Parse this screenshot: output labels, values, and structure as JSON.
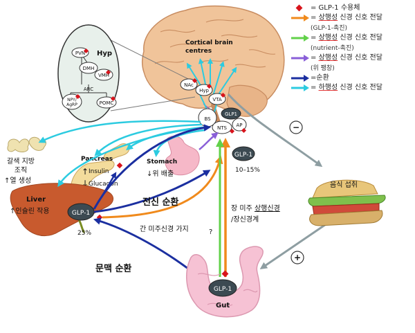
{
  "legend": {
    "receptor": "= GLP-1 수용체",
    "afferent_glp1_a": "= ",
    "afferent_glp1_b": "상행성",
    "afferent_glp1_c": " 신경 신호 전달",
    "afferent_glp1_sub": "(GLP-1-촉진)",
    "afferent_nutrient_a": "= ",
    "afferent_nutrient_b": "상행성",
    "afferent_nutrient_c": " 신경 신호 전달",
    "afferent_nutrient_sub": "(nutrient-촉진)",
    "afferent_gastric_a": "= ",
    "afferent_gastric_b": "상행성",
    "afferent_gastric_c": " 신경 신호 전달",
    "afferent_gastric_sub": "(위 팽창)",
    "circulation": "=순환",
    "efferent_a": "= ",
    "efferent_b": "하행성",
    "efferent_c": " 신경 신호 전달",
    "colors": {
      "receptor": "#d8141c",
      "afferent_glp1": "#f08a1c",
      "afferent_nutrient": "#62d14a",
      "afferent_gastric": "#8a5fd8",
      "circulation": "#1b2fa0",
      "efferent": "#2ccbe0"
    }
  },
  "brain": {
    "cortical_line1": "Cortical brain",
    "cortical_line2": "centres",
    "nac": "NAc",
    "hyp": "Hyp",
    "vta": "VTA",
    "bs": "BS",
    "glp1": "GLP1",
    "nts": "NTS",
    "ap": "AP"
  },
  "hypothalamus": {
    "title": "Hyp",
    "pvn": "PVN",
    "dmh": "DMH",
    "vmh": "VMH",
    "arc": "ARC",
    "npy_line1": "NPY/",
    "npy_line2": "AgRP",
    "pomc": "POMC"
  },
  "brown_fat": {
    "line1": "갈색 지방",
    "line2": "조직",
    "effect": "↑열 생성"
  },
  "pancreas": {
    "label": "Pancreas",
    "insulin": "Insulin",
    "glucagon": "Glucagon",
    "up": "↑",
    "down": "↓"
  },
  "stomach": {
    "label": "Stomach",
    "effect": "↓위 배출"
  },
  "liver": {
    "label": "Liver",
    "effect": "↑인슐린 작용",
    "glp1": "GLP-1",
    "percent": "25%"
  },
  "circulating_glp1": {
    "label": "GLP-1",
    "percent": "10–15%"
  },
  "labels": {
    "systemic": "전신 순환",
    "hepatic_vagal": "간 미주신경 가지",
    "gut_vagal_a": "장 미주 ",
    "gut_vagal_b": "상행신경",
    "gut_vagal_c": "/장신경계",
    "portal": "문맥 순환",
    "question": "?"
  },
  "food": {
    "label": "음식  섭취",
    "minus": "−",
    "plus": "+"
  },
  "gut": {
    "glp1": "GLP-1",
    "label": "Gut"
  }
}
